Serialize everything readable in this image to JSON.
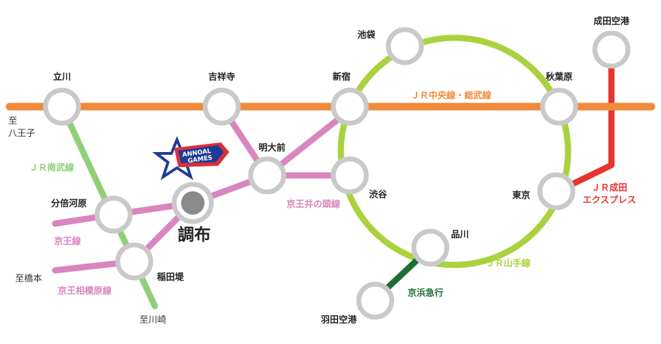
{
  "colors": {
    "jr_chuo": "#f08a3c",
    "jr_nambu": "#90cf78",
    "keio": "#d985bf",
    "jr_yamanote": "#a8d33c",
    "jr_narita": "#e53530",
    "keikyu": "#1f6e34",
    "station_ring": "#c9c9c9",
    "chofu_dot": "#8a8a8a"
  },
  "lines": {
    "jr_chuo": "ＪＲ中央線・総武線",
    "jr_nambu": "ＪＲ南武線",
    "keio": "京王線",
    "keio_sagamihara": "京王相模原線",
    "keio_inokashira": "京王井の頭線",
    "jr_yamanote": "ＪＲ山手線",
    "keikyu": "京浜急行",
    "jr_narita_1": "ＪＲ成田",
    "jr_narita_2": "エクスプレス"
  },
  "stations": {
    "tachikawa": "立川",
    "kichijoji": "吉祥寺",
    "shinjuku": "新宿",
    "ikebukuro": "池袋",
    "akihabara": "秋葉原",
    "narita_airport": "成田空港",
    "meidaimae": "明大前",
    "shibuya": "渋谷",
    "tokyo": "東京",
    "bubaigawara": "分倍河原",
    "chofu": "調布",
    "shinagawa": "品川",
    "inadazutsumi": "稲田堤",
    "haneda_airport": "羽田空港"
  },
  "destinations": {
    "hachioji_1": "至",
    "hachioji_2": "八王子",
    "hashimoto": "至橋本",
    "kawasaki": "至川崎"
  },
  "logo": {
    "text_line1": "ANNOAL",
    "text_line2": "GAMES",
    "colors": [
      "#1e3c96",
      "#d9303a",
      "#ffffff"
    ]
  }
}
